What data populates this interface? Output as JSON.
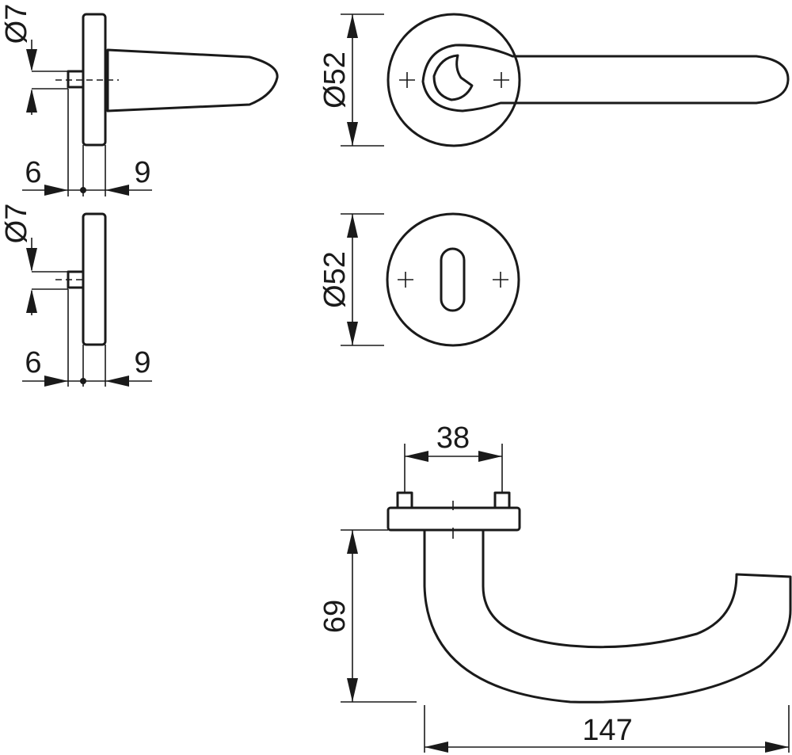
{
  "dimensions": {
    "side_top_diameter": "Ø7",
    "side_top_left": "6",
    "side_top_right": "9",
    "side_bottom_diameter": "Ø7",
    "side_bottom_left": "6",
    "side_bottom_right": "9",
    "front_rose_diameter": "Ø52",
    "front_escutcheon_diameter": "Ø52",
    "screw_spacing": "38",
    "lever_projection": "69",
    "lever_length": "147"
  }
}
